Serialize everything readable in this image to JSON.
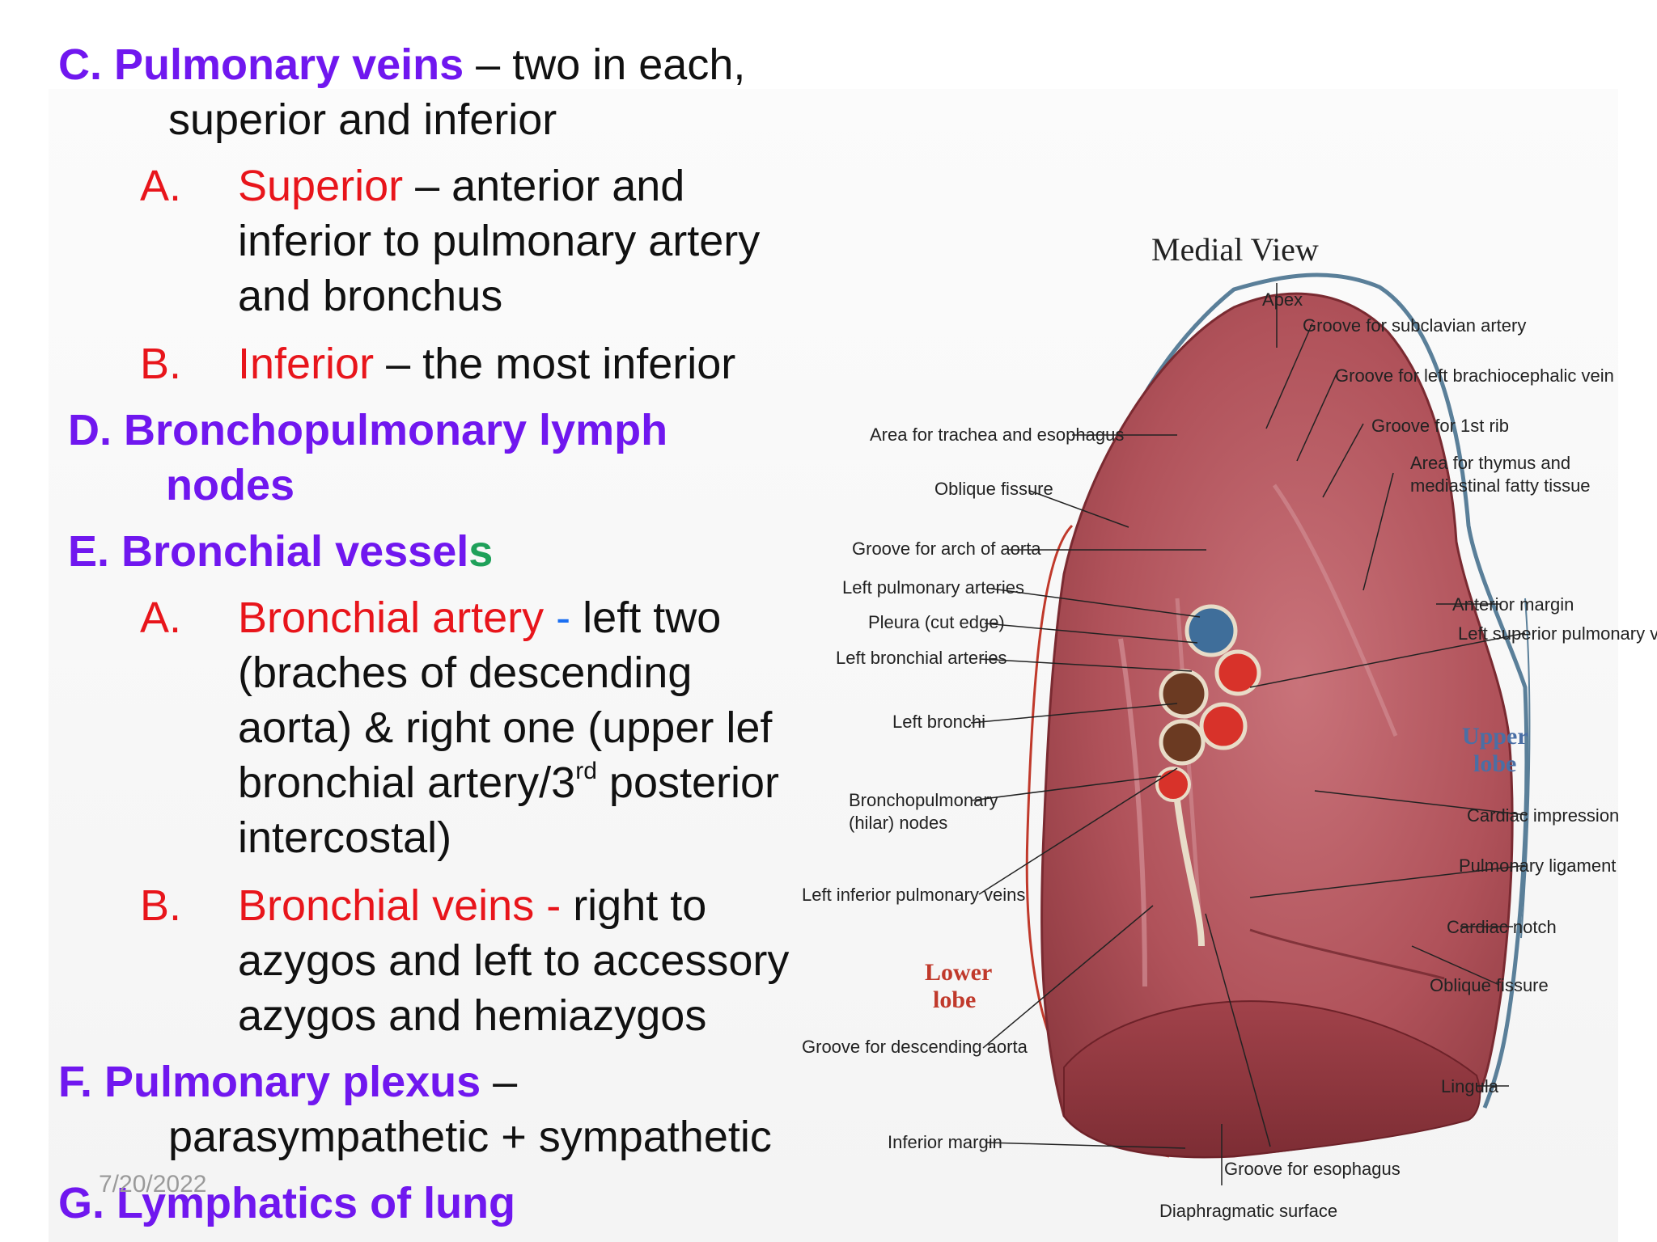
{
  "slide": {
    "c": {
      "prefix": "C. Pulmonary veins",
      "rest": " – two in each,",
      "line2": "superior and inferior",
      "a_marker": "A.",
      "a_red": "Superior",
      "a_rest": " – anterior and",
      "a_line2": "inferior to pulmonary artery",
      "a_line3": "and bronchus",
      "b_marker": "B.",
      "b_red": "Inferior",
      "b_rest": " – the most inferior"
    },
    "d": {
      "line1": "D. Bronchopulmonary lymph",
      "line2": "nodes"
    },
    "e": {
      "line1_main": "E. Bronchial vessel",
      "line1_s": "s",
      "a_marker": "A.",
      "a_red": "Bronchial artery",
      "a_dash": " - ",
      "a_rest": "left two",
      "a_line2": "(braches of descending",
      "a_line3": "aorta) & right one (upper lef",
      "a_line4_pre": "bronchial artery/3",
      "a_line4_sup": "rd",
      "a_line4_post": " posterior",
      "a_line5": "intercostal)",
      "b_marker": "B.",
      "b_red": "Bronchial veins",
      "b_dash": " - ",
      "b_rest": "right to",
      "b_line2": "azygos and left to accessory",
      "b_line3": "azygos and hemiazygos"
    },
    "f": {
      "prefix": "F. Pulmonary plexus",
      "rest": " –",
      "line2": "parasympathetic + sympathetic"
    },
    "g": {
      "line1": "G. Lymphatics of lung"
    },
    "date": "7/20/2022"
  },
  "figure": {
    "title": "Medial View",
    "labels": {
      "apex": "Apex",
      "groove_subclavian": "Groove for subclavian artery",
      "groove_brachiocephalic": "Groove for left brachiocephalic vein",
      "groove_1st_rib": "Groove for 1st rib",
      "thymus_1": "Area for thymus and",
      "thymus_2": "mediastinal fatty tissue",
      "trachea": "Area for trachea and esophagus",
      "oblique_fissure_left": "Oblique fissure",
      "groove_arch": "Groove for arch of aorta",
      "left_pulm_arteries": "Left pulmonary arteries",
      "pleura": "Pleura (cut edge)",
      "left_bronchial_arteries": "Left bronchial arteries",
      "left_bronchi": "Left bronchi",
      "hilar_1": "Bronchopulmonary",
      "hilar_2": "(hilar) nodes",
      "left_inferior_veins": "Left inferior pulmonary veins",
      "lower_lobe_1": "Lower",
      "lower_lobe_2": "lobe",
      "groove_desc_aorta": "Groove for descending aorta",
      "inferior_margin": "Inferior margin",
      "groove_esophagus": "Groove for esophagus",
      "diaphragmatic": "Diaphragmatic surface",
      "anterior_margin": "Anterior margin",
      "left_superior_veins": "Left superior pulmonary veins",
      "upper_lobe_1": "Upper",
      "upper_lobe_2": "lobe",
      "cardiac_impression": "Cardiac impression",
      "pulmonary_ligament": "Pulmonary ligament",
      "cardiac_notch": "Cardiac notch",
      "oblique_fissure_right": "Oblique fissure",
      "lingula": "Lingula"
    },
    "colors": {
      "lung": "#b5545a",
      "lung_dark": "#8a2f36",
      "artery": "#3f6e9a",
      "vein": "#d8322a",
      "bronchus": "#6b3a22",
      "pleura_outline": "#5a7f99",
      "bracket": "#c0392b",
      "lobe_label_upper": "#4a6fa5",
      "lobe_label_lower": "#c0392b"
    }
  }
}
